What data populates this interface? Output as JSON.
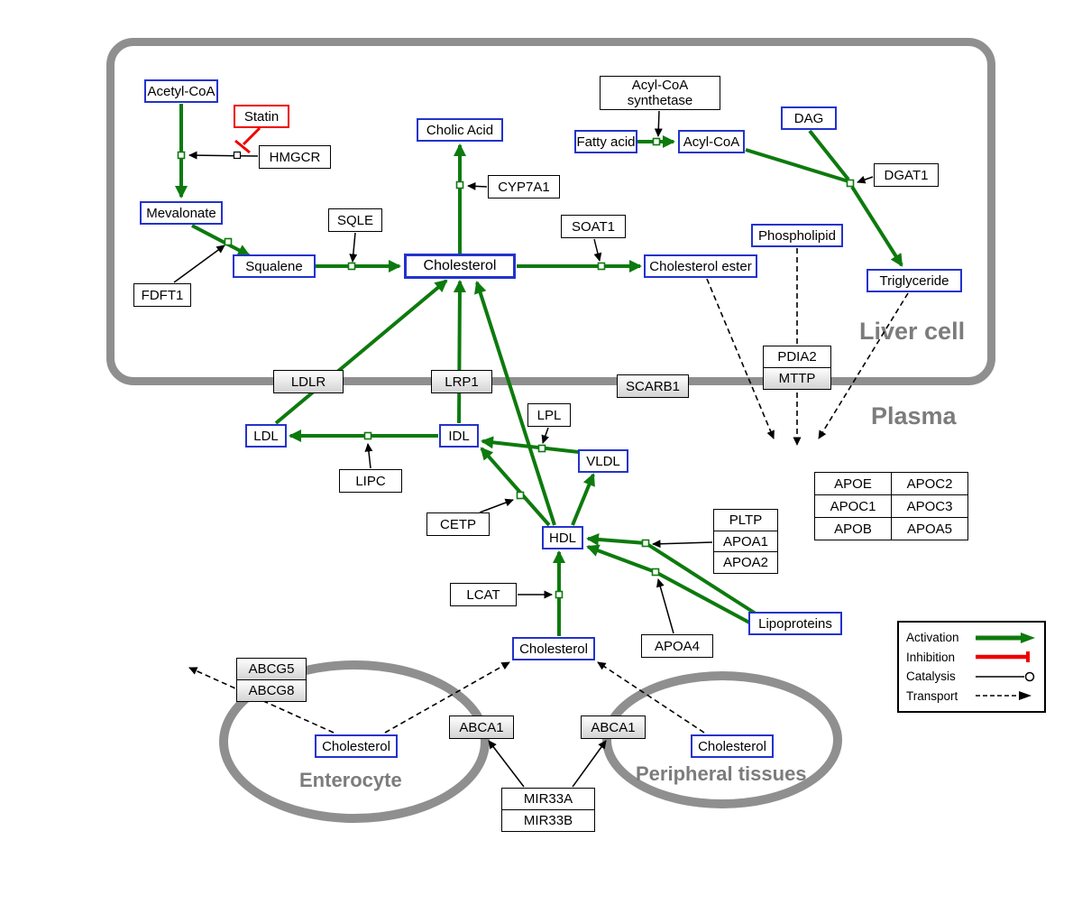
{
  "compartments": {
    "liver": "Liver cell",
    "plasma": "Plasma",
    "enterocyte": "Enterocyte",
    "peripheral": "Peripheral tissues"
  },
  "nodes": {
    "acetyl_coa": "Acetyl-CoA",
    "statin": "Statin",
    "hmgcr": "HMGCR",
    "mevalonate": "Mevalonate",
    "squalene": "Squalene",
    "fdft1": "FDFT1",
    "sqle": "SQLE",
    "cholesterol_liver": "Cholesterol",
    "cholic_acid": "Cholic Acid",
    "cyp7a1": "CYP7A1",
    "soat1": "SOAT1",
    "cholesterol_ester": "Cholesterol ester",
    "fatty_acid": "Fatty acid",
    "acyl_coa": "Acyl-CoA",
    "acyl_coa_synthetase_line1": "Acyl-CoA",
    "acyl_coa_synthetase_line2": "synthetase",
    "dag": "DAG",
    "dgat1": "DGAT1",
    "phospholipid": "Phospholipid",
    "triglyceride": "Triglyceride",
    "pdia2": "PDIA2",
    "mttp": "MTTP",
    "ldlr": "LDLR",
    "lrp1": "LRP1",
    "scarb1": "SCARB1",
    "ldl": "LDL",
    "idl": "IDL",
    "lipc": "LIPC",
    "lpl": "LPL",
    "vldl": "VLDL",
    "cetp": "CETP",
    "hdl": "HDL",
    "lcat": "LCAT",
    "pltp": "PLTP",
    "apoa1": "APOA1",
    "apoa2": "APOA2",
    "apoa4": "APOA4",
    "lipoproteins": "Lipoproteins",
    "cholesterol_plasma": "Cholesterol",
    "abcg5": "ABCG5",
    "abcg8": "ABCG8",
    "cholesterol_enterocyte": "Cholesterol",
    "abca1_enterocyte": "ABCA1",
    "abca1_peripheral": "ABCA1",
    "cholesterol_peripheral": "Cholesterol",
    "mir33a": "MIR33A",
    "mir33b": "MIR33B"
  },
  "apo_table": {
    "rows": [
      [
        "APOE",
        "APOC2"
      ],
      [
        "APOC1",
        "APOC3"
      ],
      [
        "APOB",
        "APOA5"
      ]
    ]
  },
  "legend": {
    "activation": "Activation",
    "inhibition": "Inhibition",
    "catalysis": "Catalysis",
    "transport": "Transport"
  },
  "colors": {
    "activation_green": "#0d7a0d",
    "inhibition_red": "#ee0000",
    "metabolite_border_blue": "#2233cc",
    "compartment_gray": "#8f8f8f",
    "enzyme_border_black": "#000000"
  }
}
